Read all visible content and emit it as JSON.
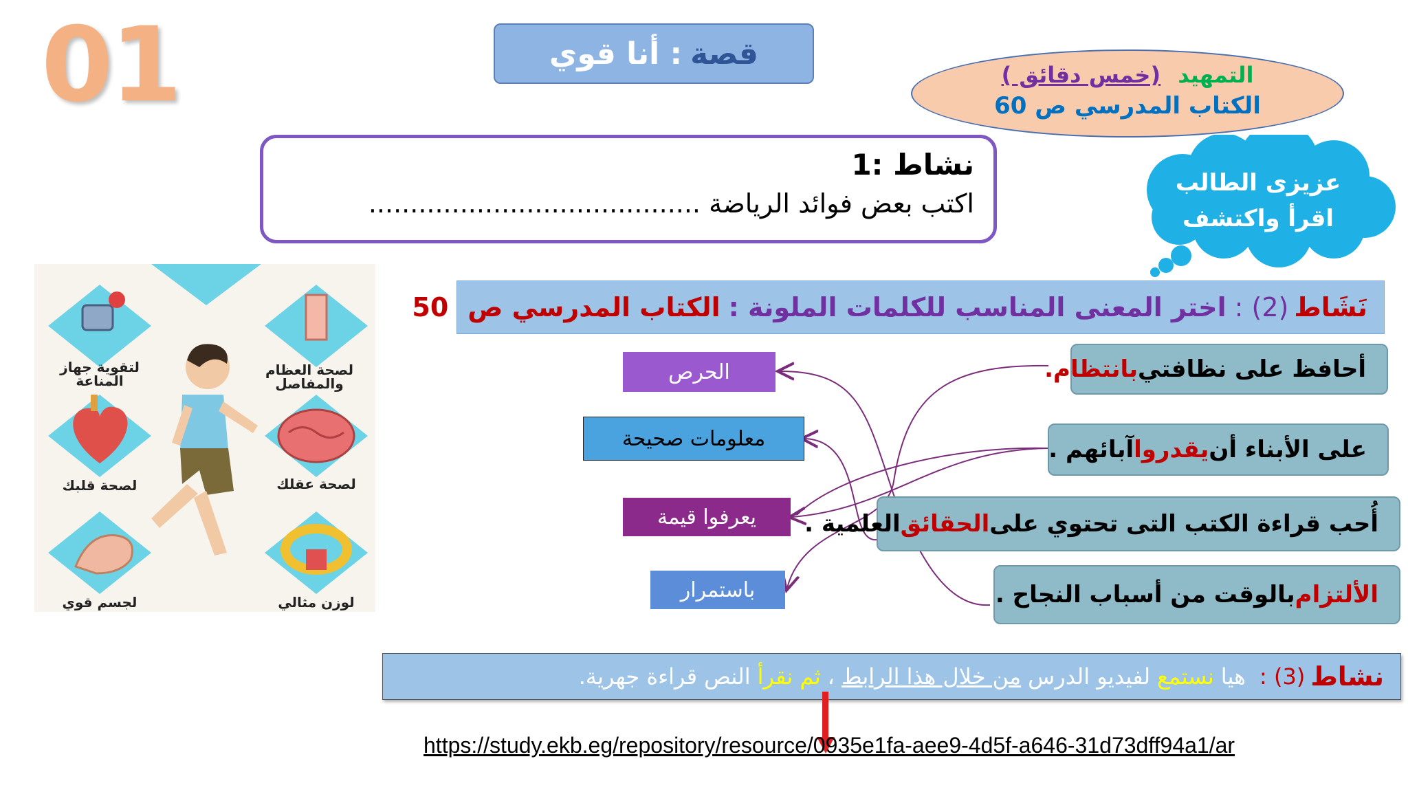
{
  "slide_number": "01",
  "story": {
    "prefix": "قصة",
    "title": ": أنا قوي"
  },
  "intro": {
    "label": "التمهيد",
    "duration": "(خمس دقائق )",
    "book_ref": "الكتاب المدرسي ص 60"
  },
  "cloud": {
    "line1": "عزيزى الطالب",
    "line2": "اقرأ واكتشف"
  },
  "activity1": {
    "title": "نشاط :1",
    "prompt": "اكتب بعض فوائد الرياضة ........................................"
  },
  "infographic": {
    "labels": [
      "لتقوية جهاز المناعة",
      "لصحة العظام والمفاصل",
      "لصحة قلبك",
      "لصحة عقلك",
      "لجسم قوي",
      "لوزن مثالي"
    ]
  },
  "activity2": {
    "title": "نَشَاط",
    "num": "(2) :",
    "instruction": "اختر المعنى المناسب للكلمات الملونة :",
    "book": "الكتاب المدرسي ص",
    "page": "50"
  },
  "sentences": [
    {
      "before": "أحافظ على نظافتي ",
      "word": "بانتظام",
      "after": " ."
    },
    {
      "before": "على الأبناء أن ",
      "word": "يقدروا",
      "after": " آبائهم ."
    },
    {
      "before": "أُحب قراءة الكتب التى تحتوي على ",
      "word": "الحقائق",
      "after": " العلمية ."
    },
    {
      "before": "",
      "word": "الألتزام",
      "after": " بالوقت من أسباب النجاح ."
    }
  ],
  "meanings": [
    "الحرص",
    "معلومات صحيحة",
    "يعرفوا قيمة",
    "باستمرار"
  ],
  "colors": {
    "meaning1": "#9b59d0",
    "meaning2": "#4aa3df",
    "meaning3": "#8b2a8b",
    "meaning4": "#5b8dd9",
    "accent_red": "#c00000",
    "line_purple": "#7a2c7a"
  },
  "activity3": {
    "title": "نشاط",
    "num": "(3) :",
    "text1": "هيا",
    "text2": "نستمع",
    "text3": "لفيديو الدرس",
    "text4": "من خلال هذا الرابط",
    "text5": "،",
    "text6": "ثم نقرأ",
    "text7": "النص قراءة جهرية."
  },
  "link": "https://study.ekb.eg/repository/resource/0935e1fa-aee9-4d5f-a646-31d73dff94a1/ar"
}
